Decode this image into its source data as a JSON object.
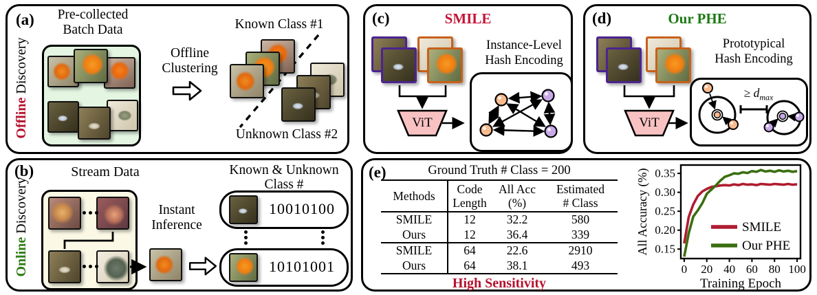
{
  "panel_a": {
    "tag": "(a)",
    "side_label": {
      "word1": "Offline",
      "word2": "Discovery"
    },
    "batch_box_title": "Pre-collected\nBatch Data",
    "process_label": "Offline\nClustering",
    "known_label": "Known Class #1",
    "unknown_label": "Unknown Class #2"
  },
  "panel_b": {
    "tag": "(b)",
    "side_label": {
      "word1": "Online",
      "word2": "Discovery"
    },
    "stream_title": "Stream Data",
    "process_label": "Instant\nInference",
    "output_title": "Known & Unknown\nClass #",
    "codes": [
      "10010100",
      "10101001"
    ]
  },
  "panel_c": {
    "tag": "(c)",
    "title": "SMILE",
    "title_color": "#c41236",
    "method_label": "Instance-Level\nHash Encoding",
    "encoder_label": "ViT"
  },
  "panel_d": {
    "tag": "(d)",
    "title": "Our PHE",
    "title_color": "#1e7a14",
    "method_label": "Prototypical\nHash Encoding",
    "encoder_label": "ViT",
    "distance_formula": {
      "operator": "≥ d",
      "subscript": "max"
    }
  },
  "panel_e": {
    "tag": "(e)",
    "table": {
      "title": "Ground Truth # Class = 200",
      "columns": [
        "Methods",
        "Code\nLength",
        "All Acc\n(%)",
        "Estimated\n# Class"
      ],
      "rows": [
        {
          "method": "SMILE",
          "code_length": "12",
          "all_acc": "32.2",
          "est_class": "580"
        },
        {
          "method": "Ours",
          "code_length": "12",
          "all_acc": "36.4",
          "est_class": "339"
        },
        {
          "method": "SMILE",
          "code_length": "64",
          "all_acc": "22.6",
          "est_class": "2910"
        },
        {
          "method": "Ours",
          "code_length": "64",
          "all_acc": "38.1",
          "est_class": "493"
        }
      ],
      "caption": "High Sensitivity",
      "caption_color": "#b5122e"
    }
  },
  "chart_data": {
    "type": "line",
    "title": "",
    "xlabel": "Training Epoch",
    "ylabel": "All Accuracy (%)",
    "xlim": [
      -3,
      103
    ],
    "ylim": [
      0.125,
      0.372
    ],
    "xticks": [
      0,
      20,
      40,
      60,
      80,
      100
    ],
    "yticks": [
      0.15,
      0.2,
      0.25,
      0.3,
      0.35
    ],
    "grid": false,
    "legend_position": "lower right",
    "x": [
      0,
      4,
      8,
      12,
      16,
      20,
      24,
      28,
      32,
      36,
      40,
      44,
      48,
      52,
      56,
      60,
      64,
      68,
      72,
      76,
      80,
      84,
      88,
      92,
      96,
      100
    ],
    "series": [
      {
        "name": "SMILE",
        "color": "#b01c30",
        "values": [
          0.165,
          0.235,
          0.268,
          0.29,
          0.302,
          0.309,
          0.314,
          0.316,
          0.318,
          0.319,
          0.318,
          0.321,
          0.319,
          0.322,
          0.32,
          0.321,
          0.319,
          0.322,
          0.321,
          0.32,
          0.322,
          0.321,
          0.32,
          0.322,
          0.32,
          0.321
        ]
      },
      {
        "name": "Our PHE",
        "color": "#3a6e10",
        "values": [
          0.13,
          0.192,
          0.236,
          0.252,
          0.271,
          0.296,
          0.307,
          0.318,
          0.331,
          0.341,
          0.345,
          0.35,
          0.349,
          0.353,
          0.351,
          0.356,
          0.354,
          0.359,
          0.355,
          0.357,
          0.354,
          0.358,
          0.355,
          0.357,
          0.354,
          0.356
        ]
      }
    ]
  },
  "colors": {
    "offline_accent": "#b5122e",
    "online_accent": "#2e7d14",
    "smile_title": "#c41236",
    "phe_title": "#1e7a14",
    "batch_box_bg": "#e4f6e2",
    "stream_box_bg": "#fbf9e6",
    "vit_fill": "#f9c2c2",
    "node_orange": "#f9bb8e",
    "node_purple": "#c7a9e8",
    "pair_border_purple": "#4b2490",
    "pair_border_orange": "#c8611a"
  }
}
